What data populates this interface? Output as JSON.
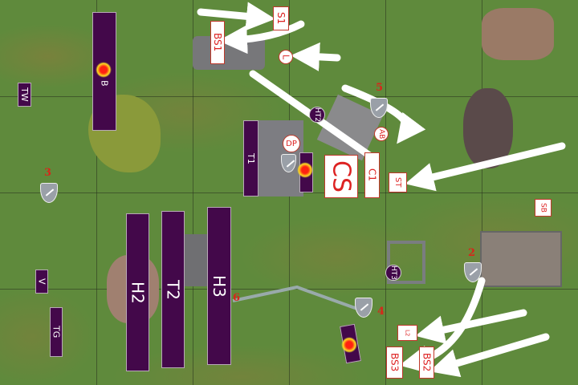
{
  "map": {
    "title": "Battle map"
  },
  "enemy_units": [
    {
      "id": "B",
      "label": "B"
    },
    {
      "id": "TW",
      "label": "TW"
    },
    {
      "id": "V",
      "label": "V"
    },
    {
      "id": "TG",
      "label": "TG"
    },
    {
      "id": "H2",
      "label": "H2"
    },
    {
      "id": "T2",
      "label": "T2"
    },
    {
      "id": "H3",
      "label": "H3"
    },
    {
      "id": "T1",
      "label": "T1"
    },
    {
      "id": "HT2",
      "label": "HT2"
    },
    {
      "id": "HT3",
      "label": "HT3"
    }
  ],
  "friendly_units": [
    {
      "id": "S1",
      "label": "S1"
    },
    {
      "id": "BS1",
      "label": "BS1"
    },
    {
      "id": "L",
      "label": "L"
    },
    {
      "id": "DP",
      "label": "DP"
    },
    {
      "id": "CS",
      "label": "CS"
    },
    {
      "id": "C1",
      "label": "C1"
    },
    {
      "id": "ST",
      "label": "ST"
    },
    {
      "id": "AB",
      "label": "AB"
    },
    {
      "id": "SB",
      "label": "SB"
    },
    {
      "id": "L2",
      "label": "L2"
    },
    {
      "id": "BS3",
      "label": "BS3"
    },
    {
      "id": "BS2",
      "label": "BS2"
    }
  ],
  "objectives": [
    "2",
    "3",
    "4",
    "5",
    "6"
  ],
  "colors": {
    "enemy": "#43084a",
    "friendly_border": "#c0392b",
    "grass": "#5f8a3c"
  }
}
